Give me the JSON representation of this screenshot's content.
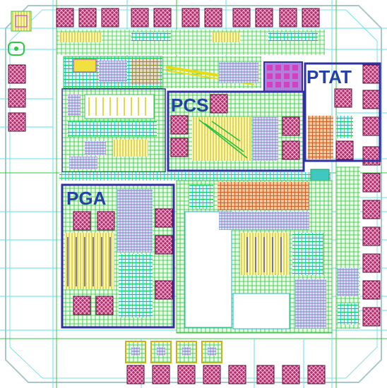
{
  "blocks": {
    "pcs": "PCS",
    "ptat": "PTAT",
    "pga": "PGA"
  },
  "colors": {
    "background": "#ffffff",
    "pad_fill": "#b0306a",
    "pad_grid": "#f2a7cf",
    "metal_green": "#22cc44",
    "metal_cyan": "#00d8e0",
    "poly_yellow": "#e8dc10",
    "block_border": "#3030a0",
    "label": "#2540a8",
    "via_magenta": "#e020c0",
    "orange": "#e07a20"
  }
}
